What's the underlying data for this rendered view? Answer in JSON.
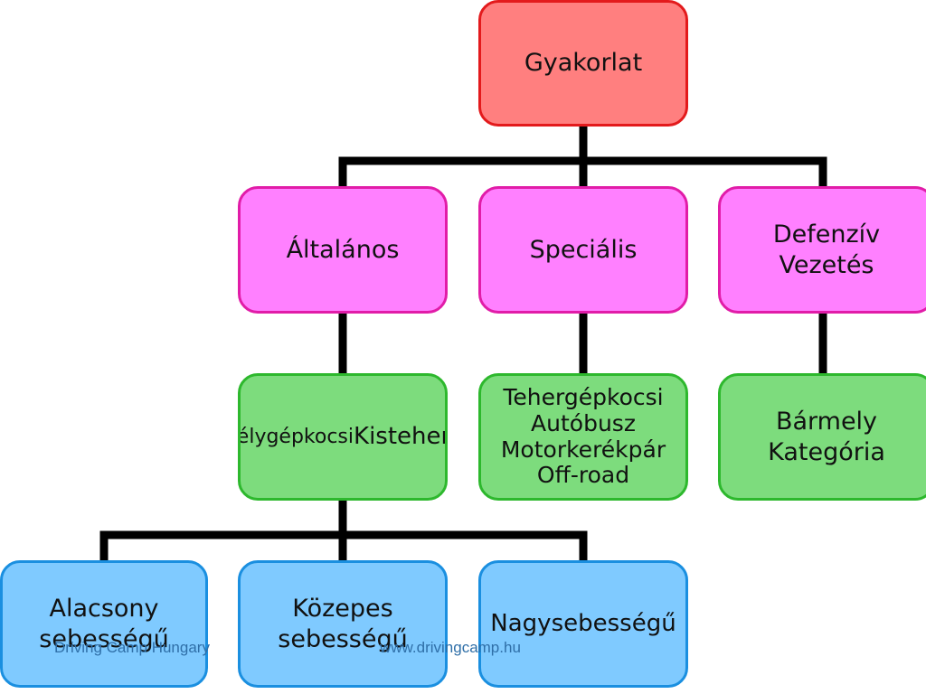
{
  "diagram": {
    "root": "Gyakorlat",
    "level1": {
      "altalanos": "Általános",
      "specialis": "Speciális",
      "defenziv": "Defenzív\nVezetés"
    },
    "level2": {
      "szemelygepkocsi_line1": "Személygépkocsi",
      "szemelygepkocsi_line2": "Kisteherautó",
      "tehergepkocsi": "Tehergépkocsi\nAutóbusz\nMotorkerékpár\nOff-road",
      "barmely": "Bármely\nKategória"
    },
    "level3": {
      "alacsony": "Alacsony\nsebességű",
      "kozepes": "Közepes\nsebességű",
      "nagy": "Nagysebességű"
    }
  },
  "footer": {
    "left": "Driving Camp Hungary",
    "right": "www.drivingcamp.hu"
  },
  "colors": {
    "connector": "#000000",
    "root_fill": "#ff7f7f",
    "level1_fill": "#ff80ff",
    "level2_fill": "#7ddc7d",
    "level3_fill": "#7fcaff"
  }
}
